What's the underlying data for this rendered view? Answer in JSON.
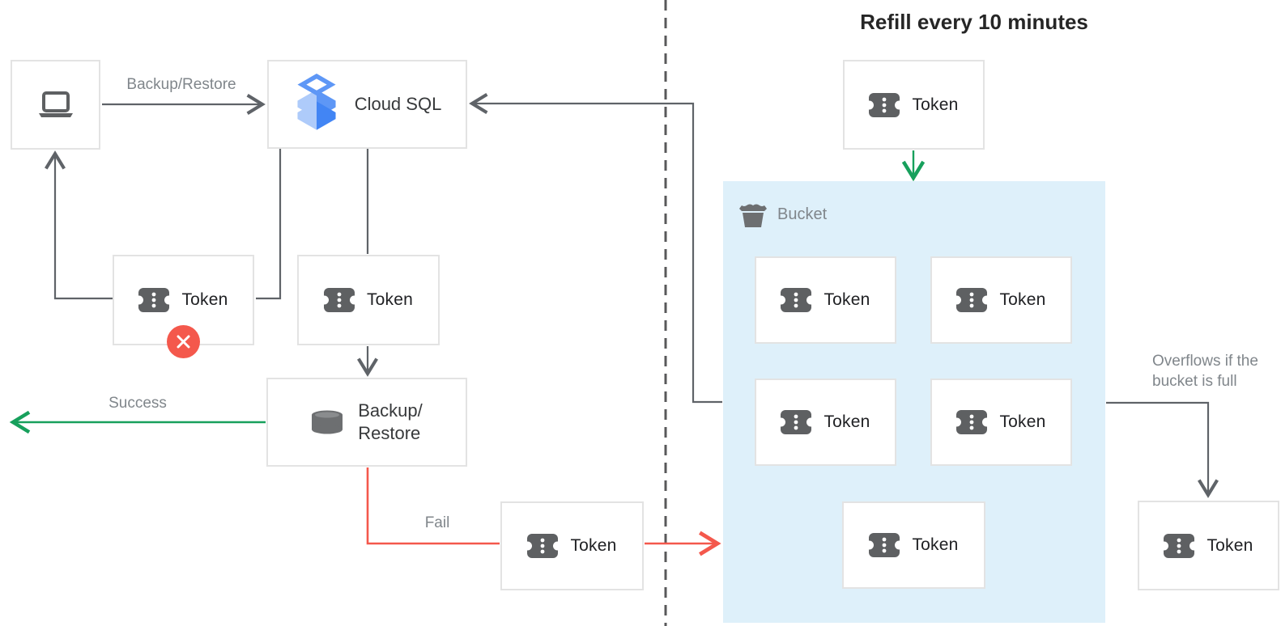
{
  "diagram": {
    "title": "Refill every 10 minutes",
    "token_label": "Token",
    "client_flow": {
      "backup_restore_arrow_label": "Backup/Restore",
      "cloud_sql_label": "Cloud SQL",
      "backup_restore_node_line1": "Backup/",
      "backup_restore_node_line2": "Restore",
      "success_label": "Success",
      "fail_label": "Fail"
    },
    "bucket": {
      "label": "Bucket",
      "tokens_in_bucket": 5
    },
    "overflow": {
      "line1": "Overflows if the",
      "line2": "bucket is full"
    },
    "colors": {
      "line_dark": "#5f6368",
      "green": "#17a05c",
      "red": "#f4584c",
      "bucket_fill": "#def0fa",
      "box_border": "#e3e3e3",
      "label_gray": "#80868b",
      "icon_gray": "#5e6062",
      "cloud_sql_blue_light": "#aecbfa",
      "cloud_sql_blue": "#5e97f6"
    }
  }
}
